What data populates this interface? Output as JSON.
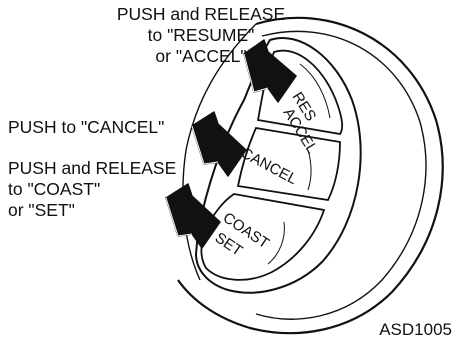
{
  "annotations": {
    "resume_accel": {
      "line1": "PUSH and RELEASE",
      "line2": "to \"RESUME\"",
      "line3": "or \"ACCEL\""
    },
    "cancel": {
      "line1": "PUSH to \"CANCEL\""
    },
    "coast_set": {
      "line1": "PUSH and RELEASE",
      "line2": "to \"COAST\"",
      "line3": "or \"SET\""
    }
  },
  "buttons": {
    "res_accel": {
      "line1": "RES",
      "line2": "ACCEL"
    },
    "cancel": {
      "line1": "CANCEL"
    },
    "coast_set": {
      "line1": "COAST",
      "line2": "SET"
    }
  },
  "diagram_id": "ASD1005"
}
